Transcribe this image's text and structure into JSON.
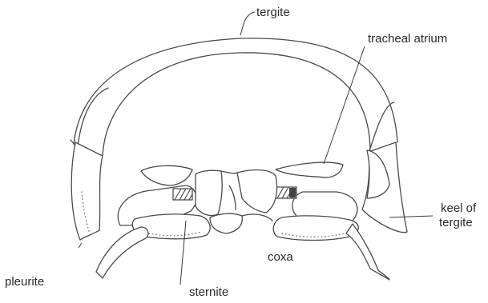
{
  "labels": {
    "tergite": "tergite",
    "tracheal_atrium": "tracheal atrium",
    "keel_line1": "keel of",
    "keel_line2": "tergite",
    "coxa": "coxa",
    "pleurite": "pleurite",
    "sternite": "sternite"
  }
}
